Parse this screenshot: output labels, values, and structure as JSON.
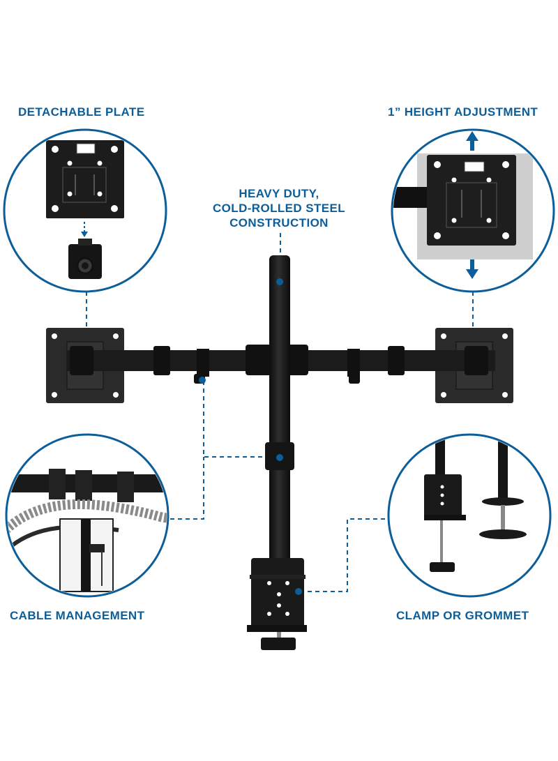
{
  "labels": {
    "detachable_plate": "DETACHABLE PLATE",
    "height_adjustment": "1” HEIGHT ADJUSTMENT",
    "construction_line1": "HEAVY DUTY,",
    "construction_line2": "COLD-ROLLED STEEL",
    "construction_line3": "CONSTRUCTION",
    "cable_management": "CABLE MANAGEMENT",
    "clamp_or_grommet": "CLAMP OR GROMMET"
  },
  "colors": {
    "accent_blue": "#0b5e99",
    "metal_black": "#1a1a1a",
    "callout_ring": "#0b5e99"
  },
  "icons": [
    "arrow-up-icon",
    "arrow-down-icon"
  ]
}
